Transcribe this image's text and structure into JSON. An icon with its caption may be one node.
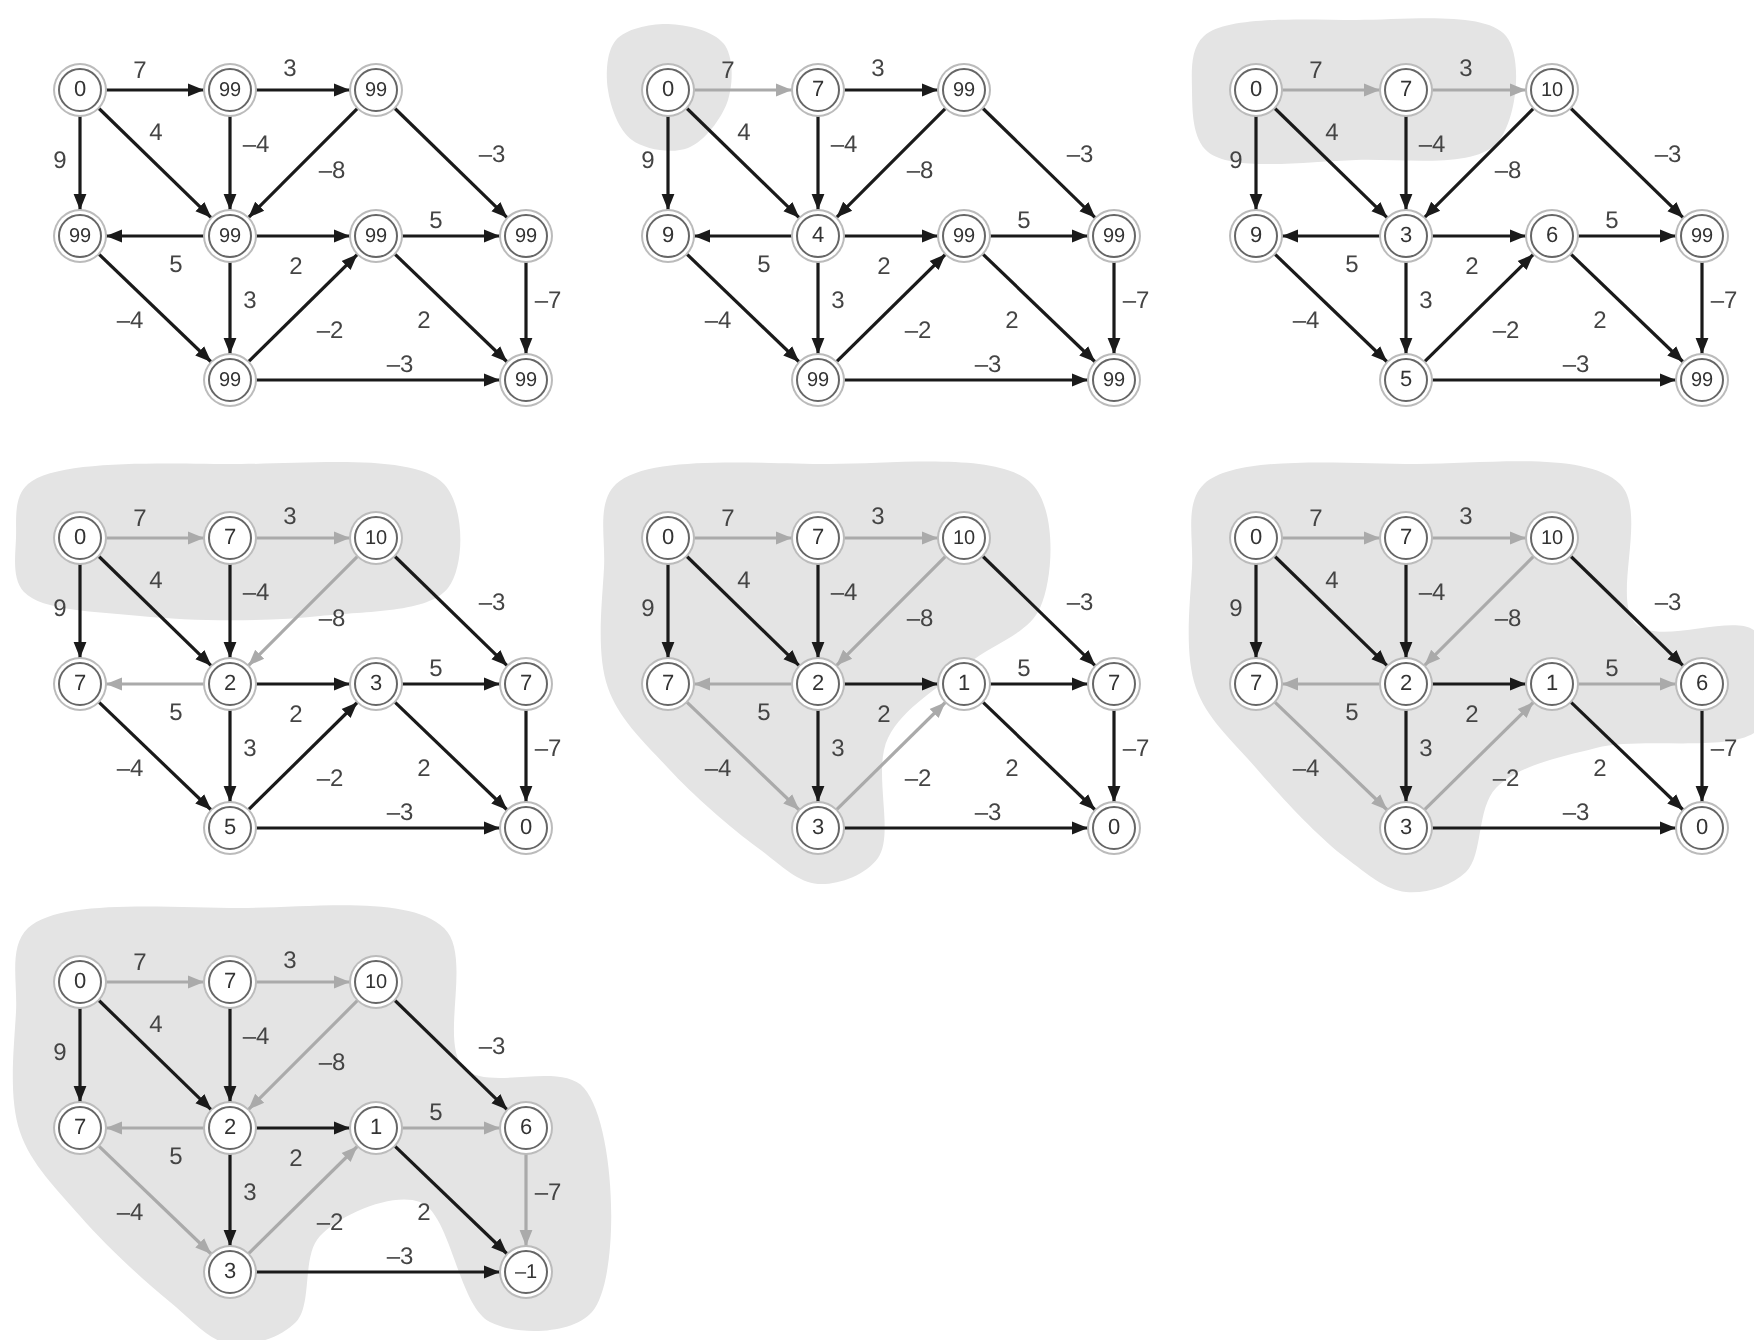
{
  "diagram": {
    "nodes": [
      {
        "text": [
          "0"
        ]
      },
      {
        "text": [
          "99"
        ]
      },
      {
        "text": [
          "99"
        ]
      },
      {
        "text": [
          "99"
        ]
      },
      {
        "text": [
          "99"
        ]
      },
      {
        "text": [
          "99"
        ]
      },
      {
        "text": [
          "99"
        ]
      },
      {
        "text": [
          "99"
        ]
      },
      {
        "text": [
          "99"
        ]
      },
      {
        "text": [
          "0"
        ]
      },
      {
        "text": [
          "7"
        ]
      },
      {
        "text": [
          "99"
        ]
      },
      {
        "text": [
          "9"
        ]
      },
      {
        "text": [
          "4"
        ]
      },
      {
        "text": [
          "99"
        ]
      },
      {
        "text": [
          "99"
        ]
      },
      {
        "text": [
          "99"
        ]
      },
      {
        "text": [
          "99"
        ]
      },
      {
        "text": [
          "0"
        ]
      },
      {
        "text": [
          "7"
        ]
      },
      {
        "text": [
          "10"
        ]
      },
      {
        "text": [
          "9"
        ]
      },
      {
        "text": [
          "3"
        ]
      },
      {
        "text": [
          "6"
        ]
      },
      {
        "text": [
          "99"
        ]
      },
      {
        "text": [
          "5"
        ]
      },
      {
        "text": [
          "99"
        ]
      },
      {
        "text": [
          "0"
        ]
      },
      {
        "text": [
          "7"
        ]
      },
      {
        "text": [
          "10"
        ]
      },
      {
        "text": [
          "7"
        ]
      },
      {
        "text": [
          "2"
        ]
      },
      {
        "text": [
          "3"
        ]
      },
      {
        "text": [
          "7"
        ]
      },
      {
        "text": [
          "5"
        ]
      },
      {
        "text": [
          "0"
        ]
      },
      {
        "text": [
          "0"
        ]
      },
      {
        "text": [
          "7"
        ]
      },
      {
        "text": [
          "10"
        ]
      },
      {
        "text": [
          "7"
        ]
      },
      {
        "text": [
          "2"
        ]
      },
      {
        "text": [
          "1"
        ]
      },
      {
        "text": [
          "7"
        ]
      },
      {
        "text": [
          "3"
        ]
      },
      {
        "text": [
          "0"
        ]
      },
      {
        "text": [
          "0"
        ]
      },
      {
        "text": [
          "7"
        ]
      },
      {
        "text": [
          "10"
        ]
      },
      {
        "text": [
          "7"
        ]
      },
      {
        "text": [
          "2"
        ]
      },
      {
        "text": [
          "1"
        ]
      },
      {
        "text": [
          "6"
        ]
      },
      {
        "text": [
          "3"
        ]
      },
      {
        "text": [
          "0"
        ]
      },
      {
        "text": [
          "0"
        ]
      },
      {
        "text": [
          "7"
        ]
      },
      {
        "text": [
          "10"
        ]
      },
      {
        "text": [
          "7"
        ]
      },
      {
        "text": [
          "2"
        ]
      },
      {
        "text": [
          "1"
        ]
      },
      {
        "text": [
          "6"
        ]
      },
      {
        "text": [
          "3"
        ]
      },
      {
        "text": [
          "–1"
        ]
      }
    ],
    "edges": [
      {
        "from": 0,
        "to": 1,
        "arrow": "to",
        "label": "7"
      },
      {
        "from": 1,
        "to": 2,
        "arrow": "to",
        "label": "3"
      },
      {
        "from": 0,
        "to": 3,
        "arrow": "to",
        "label": "9"
      },
      {
        "from": 0,
        "to": 4,
        "arrow": "to",
        "label": "4"
      },
      {
        "from": 1,
        "to": 4,
        "arrow": "to",
        "label": "–4"
      },
      {
        "from": 2,
        "to": 4,
        "arrow": "to",
        "label": "–8"
      },
      {
        "from": 2,
        "to": 6,
        "arrow": "to",
        "label": "–3"
      },
      {
        "from": 4,
        "to": 3,
        "arrow": "to",
        "label": "5"
      },
      {
        "from": 4,
        "to": 5,
        "arrow": "to",
        "label": "2"
      },
      {
        "from": 4,
        "to": 7,
        "arrow": "to",
        "label": "3"
      },
      {
        "from": 3,
        "to": 7,
        "arrow": "to",
        "label": "–4"
      },
      {
        "from": 7,
        "to": 5,
        "arrow": "to",
        "label": "–2"
      },
      {
        "from": 5,
        "to": 6,
        "arrow": "to",
        "label": "5"
      },
      {
        "from": 5,
        "to": 8,
        "arrow": "to",
        "label": "2"
      },
      {
        "from": 6,
        "to": 8,
        "arrow": "to",
        "label": "–7"
      },
      {
        "from": 7,
        "to": 8,
        "arrow": "to",
        "label": "–3"
      },
      {
        "from": 9,
        "to": 10,
        "arrow": "to",
        "label": "7",
        "color": "#aaaaaa"
      },
      {
        "from": 10,
        "to": 11,
        "arrow": "to",
        "label": "3"
      },
      {
        "from": 9,
        "to": 12,
        "arrow": "to",
        "label": "9"
      },
      {
        "from": 9,
        "to": 13,
        "arrow": "to",
        "label": "4"
      },
      {
        "from": 10,
        "to": 13,
        "arrow": "to",
        "label": "–4"
      },
      {
        "from": 11,
        "to": 13,
        "arrow": "to",
        "label": "–8"
      },
      {
        "from": 11,
        "to": 15,
        "arrow": "to",
        "label": "–3"
      },
      {
        "from": 13,
        "to": 12,
        "arrow": "to",
        "label": "5"
      },
      {
        "from": 13,
        "to": 14,
        "arrow": "to",
        "label": "2"
      },
      {
        "from": 13,
        "to": 16,
        "arrow": "to",
        "label": "3"
      },
      {
        "from": 12,
        "to": 16,
        "arrow": "to",
        "label": "–4"
      },
      {
        "from": 16,
        "to": 14,
        "arrow": "to",
        "label": "–2"
      },
      {
        "from": 14,
        "to": 15,
        "arrow": "to",
        "label": "5"
      },
      {
        "from": 14,
        "to": 17,
        "arrow": "to",
        "label": "2"
      },
      {
        "from": 15,
        "to": 17,
        "arrow": "to",
        "label": "–7"
      },
      {
        "from": 16,
        "to": 17,
        "arrow": "to",
        "label": "–3"
      },
      {
        "from": 18,
        "to": 19,
        "arrow": "to",
        "label": "7",
        "color": "#aaaaaa"
      },
      {
        "from": 19,
        "to": 20,
        "arrow": "to",
        "label": "3",
        "color": "#aaaaaa"
      },
      {
        "from": 18,
        "to": 21,
        "arrow": "to",
        "label": "9"
      },
      {
        "from": 18,
        "to": 22,
        "arrow": "to",
        "label": "4"
      },
      {
        "from": 19,
        "to": 22,
        "arrow": "to",
        "label": "–4"
      },
      {
        "from": 20,
        "to": 22,
        "arrow": "to",
        "label": "–8"
      },
      {
        "from": 20,
        "to": 24,
        "arrow": "to",
        "label": "–3"
      },
      {
        "from": 22,
        "to": 21,
        "arrow": "to",
        "label": "5"
      },
      {
        "from": 22,
        "to": 23,
        "arrow": "to",
        "label": "2"
      },
      {
        "from": 22,
        "to": 25,
        "arrow": "to",
        "label": "3"
      },
      {
        "from": 21,
        "to": 25,
        "arrow": "to",
        "label": "–4"
      },
      {
        "from": 25,
        "to": 23,
        "arrow": "to",
        "label": "–2"
      },
      {
        "from": 23,
        "to": 24,
        "arrow": "to",
        "label": "5"
      },
      {
        "from": 23,
        "to": 26,
        "arrow": "to",
        "label": "2"
      },
      {
        "from": 24,
        "to": 26,
        "arrow": "to",
        "label": "–7"
      },
      {
        "from": 25,
        "to": 26,
        "arrow": "to",
        "label": "–3"
      },
      {
        "from": 27,
        "to": 28,
        "arrow": "to",
        "label": "7",
        "color": "#aaaaaa"
      },
      {
        "from": 28,
        "to": 29,
        "arrow": "to",
        "label": "3",
        "color": "#aaaaaa"
      },
      {
        "from": 27,
        "to": 30,
        "arrow": "to",
        "label": "9"
      },
      {
        "from": 27,
        "to": 31,
        "arrow": "to",
        "label": "4"
      },
      {
        "from": 28,
        "to": 31,
        "arrow": "to",
        "label": "–4"
      },
      {
        "from": 29,
        "to": 31,
        "arrow": "to",
        "label": "–8",
        "color": "#aaaaaa"
      },
      {
        "from": 29,
        "to": 33,
        "arrow": "to",
        "label": "–3"
      },
      {
        "from": 31,
        "to": 30,
        "arrow": "to",
        "label": "5",
        "color": "#aaaaaa"
      },
      {
        "from": 31,
        "to": 32,
        "arrow": "to",
        "label": "2"
      },
      {
        "from": 31,
        "to": 34,
        "arrow": "to",
        "label": "3"
      },
      {
        "from": 30,
        "to": 34,
        "arrow": "to",
        "label": "–4"
      },
      {
        "from": 34,
        "to": 32,
        "arrow": "to",
        "label": "–2"
      },
      {
        "from": 32,
        "to": 33,
        "arrow": "to",
        "label": "5"
      },
      {
        "from": 32,
        "to": 35,
        "arrow": "to",
        "label": "2"
      },
      {
        "from": 33,
        "to": 35,
        "arrow": "to",
        "label": "–7"
      },
      {
        "from": 34,
        "to": 35,
        "arrow": "to",
        "label": "–3"
      },
      {
        "from": 36,
        "to": 37,
        "arrow": "to",
        "label": "7",
        "color": "#aaaaaa"
      },
      {
        "from": 37,
        "to": 38,
        "arrow": "to",
        "label": "3",
        "color": "#aaaaaa"
      },
      {
        "from": 36,
        "to": 39,
        "arrow": "to",
        "label": "9"
      },
      {
        "from": 36,
        "to": 40,
        "arrow": "to",
        "label": "4"
      },
      {
        "from": 37,
        "to": 40,
        "arrow": "to",
        "label": "–4"
      },
      {
        "from": 38,
        "to": 40,
        "arrow": "to",
        "label": "–8",
        "color": "#aaaaaa"
      },
      {
        "from": 38,
        "to": 42,
        "arrow": "to",
        "label": "–3"
      },
      {
        "from": 40,
        "to": 39,
        "arrow": "to",
        "label": "5",
        "color": "#aaaaaa"
      },
      {
        "from": 40,
        "to": 41,
        "arrow": "to",
        "label": "2"
      },
      {
        "from": 40,
        "to": 43,
        "arrow": "to",
        "label": "3"
      },
      {
        "from": 39,
        "to": 43,
        "arrow": "to",
        "label": "–4",
        "color": "#aaaaaa"
      },
      {
        "from": 43,
        "to": 41,
        "arrow": "to",
        "label": "–2",
        "color": "#aaaaaa"
      },
      {
        "from": 41,
        "to": 42,
        "arrow": "to",
        "label": "5"
      },
      {
        "from": 41,
        "to": 44,
        "arrow": "to",
        "label": "2"
      },
      {
        "from": 42,
        "to": 44,
        "arrow": "to",
        "label": "–7"
      },
      {
        "from": 43,
        "to": 44,
        "arrow": "to",
        "label": "–3"
      },
      {
        "from": 45,
        "to": 46,
        "arrow": "to",
        "label": "7",
        "color": "#aaaaaa"
      },
      {
        "from": 46,
        "to": 47,
        "arrow": "to",
        "label": "3",
        "color": "#aaaaaa"
      },
      {
        "from": 45,
        "to": 48,
        "arrow": "to",
        "label": "9"
      },
      {
        "from": 45,
        "to": 49,
        "arrow": "to",
        "label": "4"
      },
      {
        "from": 46,
        "to": 49,
        "arrow": "to",
        "label": "–4"
      },
      {
        "from": 47,
        "to": 49,
        "arrow": "to",
        "label": "–8",
        "color": "#aaaaaa"
      },
      {
        "from": 47,
        "to": 51,
        "arrow": "to",
        "label": "–3"
      },
      {
        "from": 49,
        "to": 48,
        "arrow": "to",
        "label": "5",
        "color": "#aaaaaa"
      },
      {
        "from": 49,
        "to": 50,
        "arrow": "to",
        "label": "2"
      },
      {
        "from": 49,
        "to": 52,
        "arrow": "to",
        "label": "3"
      },
      {
        "from": 48,
        "to": 52,
        "arrow": "to",
        "label": "–4",
        "color": "#aaaaaa"
      },
      {
        "from": 52,
        "to": 50,
        "arrow": "to",
        "label": "–2",
        "color": "#aaaaaa"
      },
      {
        "from": 50,
        "to": 51,
        "arrow": "to",
        "label": "5",
        "color": "#aaaaaa"
      },
      {
        "from": 50,
        "to": 53,
        "arrow": "to",
        "label": "2"
      },
      {
        "from": 51,
        "to": 53,
        "arrow": "to",
        "label": "–7"
      },
      {
        "from": 52,
        "to": 53,
        "arrow": "to",
        "label": "–3"
      },
      {
        "from": 54,
        "to": 55,
        "arrow": "to",
        "label": "7",
        "color": "#aaaaaa"
      },
      {
        "from": 55,
        "to": 56,
        "arrow": "to",
        "label": "3",
        "color": "#aaaaaa"
      },
      {
        "from": 54,
        "to": 57,
        "arrow": "to",
        "label": "9"
      },
      {
        "from": 54,
        "to": 58,
        "arrow": "to",
        "label": "4"
      },
      {
        "from": 55,
        "to": 58,
        "arrow": "to",
        "label": "–4"
      },
      {
        "from": 56,
        "to": 58,
        "arrow": "to",
        "label": "–8",
        "color": "#aaaaaa"
      },
      {
        "from": 56,
        "to": 60,
        "arrow": "to",
        "label": "–3"
      },
      {
        "from": 58,
        "to": 57,
        "arrow": "to",
        "label": "5",
        "color": "#aaaaaa"
      },
      {
        "from": 58,
        "to": 59,
        "arrow": "to",
        "label": "2"
      },
      {
        "from": 58,
        "to": 61,
        "arrow": "to",
        "label": "3"
      },
      {
        "from": 57,
        "to": 61,
        "arrow": "to",
        "label": "–4",
        "color": "#aaaaaa"
      },
      {
        "from": 61,
        "to": 59,
        "arrow": "to",
        "label": "–2",
        "color": "#aaaaaa"
      },
      {
        "from": 59,
        "to": 60,
        "arrow": "to",
        "label": "5",
        "color": "#aaaaaa"
      },
      {
        "from": 59,
        "to": 62,
        "arrow": "to",
        "label": "2"
      },
      {
        "from": 60,
        "to": 62,
        "arrow": "to",
        "label": "–7",
        "color": "#aaaaaa"
      },
      {
        "from": 61,
        "to": 62,
        "arrow": "to",
        "label": "–3"
      }
    ]
  }
}
